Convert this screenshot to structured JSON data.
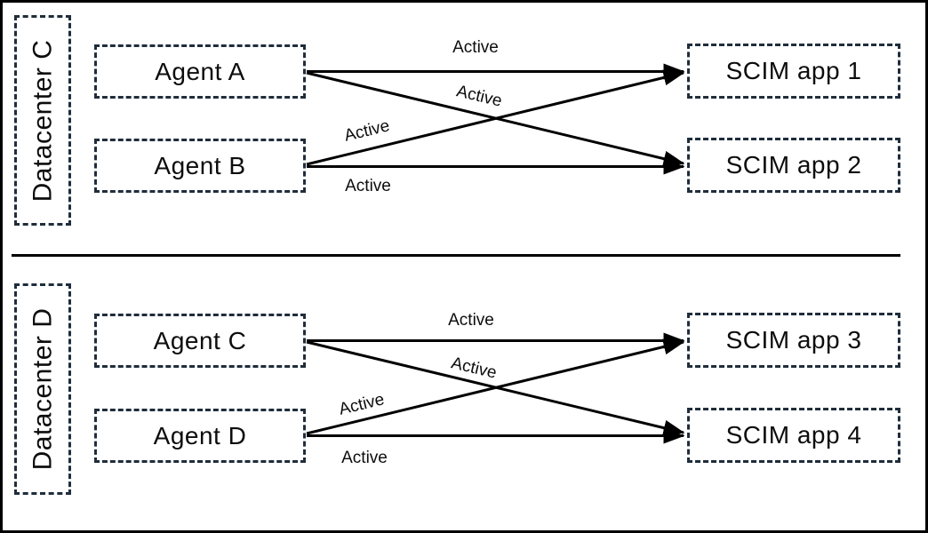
{
  "colors": {
    "background": "#ffffff",
    "outer_border": "#000000",
    "dashed_box_border": "#1f2d3c",
    "arrow": "#000000",
    "text": "#0d0d0d"
  },
  "sections": [
    {
      "datacenter_label": "Datacenter C",
      "agents": [
        {
          "label": "Agent A"
        },
        {
          "label": "Agent B"
        }
      ],
      "apps": [
        {
          "label": "SCIM app 1"
        },
        {
          "label": "SCIM app 2"
        }
      ],
      "connections": [
        {
          "from": "Agent A",
          "to": "SCIM app 1",
          "status": "Active"
        },
        {
          "from": "Agent A",
          "to": "SCIM app 2",
          "status": "Active"
        },
        {
          "from": "Agent B",
          "to": "SCIM app 1",
          "status": "Active"
        },
        {
          "from": "Agent B",
          "to": "SCIM app 2",
          "status": "Active"
        }
      ]
    },
    {
      "datacenter_label": "Datacenter D",
      "agents": [
        {
          "label": "Agent C"
        },
        {
          "label": "Agent D"
        }
      ],
      "apps": [
        {
          "label": "SCIM app 3"
        },
        {
          "label": "SCIM app 4"
        }
      ],
      "connections": [
        {
          "from": "Agent C",
          "to": "SCIM app 3",
          "status": "Active"
        },
        {
          "from": "Agent C",
          "to": "SCIM app 4",
          "status": "Active"
        },
        {
          "from": "Agent D",
          "to": "SCIM app 3",
          "status": "Active"
        },
        {
          "from": "Agent D",
          "to": "SCIM app 4",
          "status": "Active"
        }
      ]
    }
  ]
}
